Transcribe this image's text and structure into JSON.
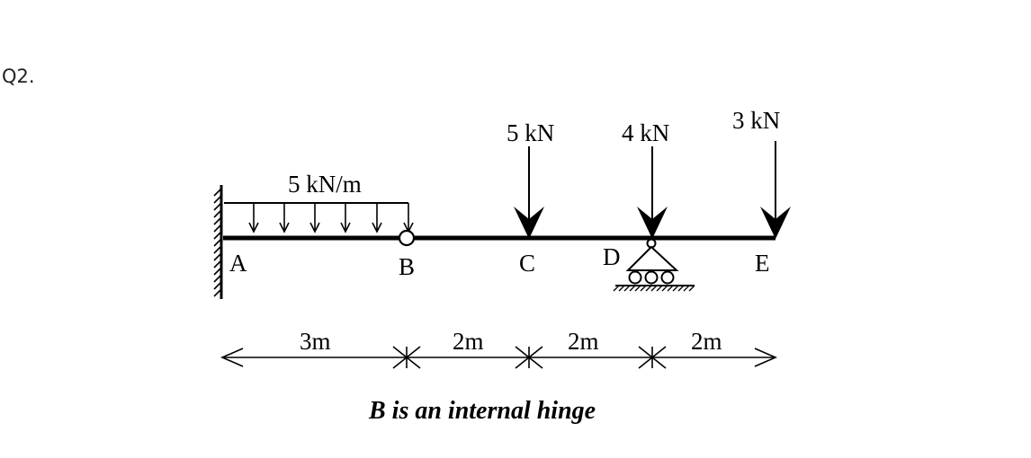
{
  "question_label": "Q2.",
  "loads": {
    "distributed": "5 kN/m",
    "point_c": "5 kN",
    "point_d": "4 kN",
    "point_e": "3 kN"
  },
  "points": {
    "a": "A",
    "b": "B",
    "c": "C",
    "d": "D",
    "e": "E"
  },
  "dimensions": [
    "3m",
    "2m",
    "2m",
    "2m"
  ],
  "note": "B is an internal hinge"
}
